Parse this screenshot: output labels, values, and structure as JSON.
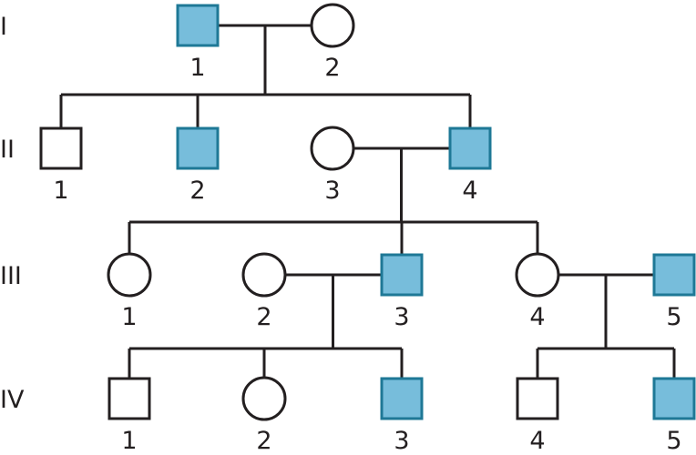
{
  "colors": {
    "affected_fill": "#77bddb",
    "affected_stroke": "#1e7896",
    "unaffected_fill": "#ffffff",
    "unaffected_stroke": "#231f20",
    "line": "#231f20"
  },
  "generations": [
    {
      "label": "I",
      "members": [
        {
          "id": "I-1",
          "sex": "male",
          "affected": true,
          "label": "1"
        },
        {
          "id": "I-2",
          "sex": "female",
          "affected": false,
          "label": "2"
        }
      ]
    },
    {
      "label": "II",
      "members": [
        {
          "id": "II-1",
          "sex": "male",
          "affected": false,
          "label": "1"
        },
        {
          "id": "II-2",
          "sex": "male",
          "affected": true,
          "label": "2"
        },
        {
          "id": "II-3",
          "sex": "female",
          "affected": false,
          "label": "3"
        },
        {
          "id": "II-4",
          "sex": "male",
          "affected": true,
          "label": "4"
        }
      ]
    },
    {
      "label": "III",
      "members": [
        {
          "id": "III-1",
          "sex": "female",
          "affected": false,
          "label": "1"
        },
        {
          "id": "III-2",
          "sex": "female",
          "affected": false,
          "label": "2"
        },
        {
          "id": "III-3",
          "sex": "male",
          "affected": true,
          "label": "3"
        },
        {
          "id": "III-4",
          "sex": "female",
          "affected": false,
          "label": "4"
        },
        {
          "id": "III-5",
          "sex": "male",
          "affected": true,
          "label": "5"
        }
      ]
    },
    {
      "label": "IV",
      "members": [
        {
          "id": "IV-1",
          "sex": "male",
          "affected": false,
          "label": "1"
        },
        {
          "id": "IV-2",
          "sex": "female",
          "affected": false,
          "label": "2"
        },
        {
          "id": "IV-3",
          "sex": "male",
          "affected": true,
          "label": "3"
        },
        {
          "id": "IV-4",
          "sex": "male",
          "affected": false,
          "label": "4"
        },
        {
          "id": "IV-5",
          "sex": "male",
          "affected": true,
          "label": "5"
        }
      ]
    }
  ],
  "matings": [
    {
      "partners": [
        "I-1",
        "I-2"
      ],
      "children": [
        "II-1",
        "II-2",
        "II-4"
      ]
    },
    {
      "partners": [
        "II-3",
        "II-4"
      ],
      "children": [
        "III-1",
        "III-3",
        "III-4"
      ]
    },
    {
      "partners": [
        "III-2",
        "III-3"
      ],
      "children": [
        "IV-1",
        "IV-2",
        "IV-3"
      ]
    },
    {
      "partners": [
        "III-4",
        "III-5"
      ],
      "children": [
        "IV-4",
        "IV-5"
      ]
    }
  ]
}
